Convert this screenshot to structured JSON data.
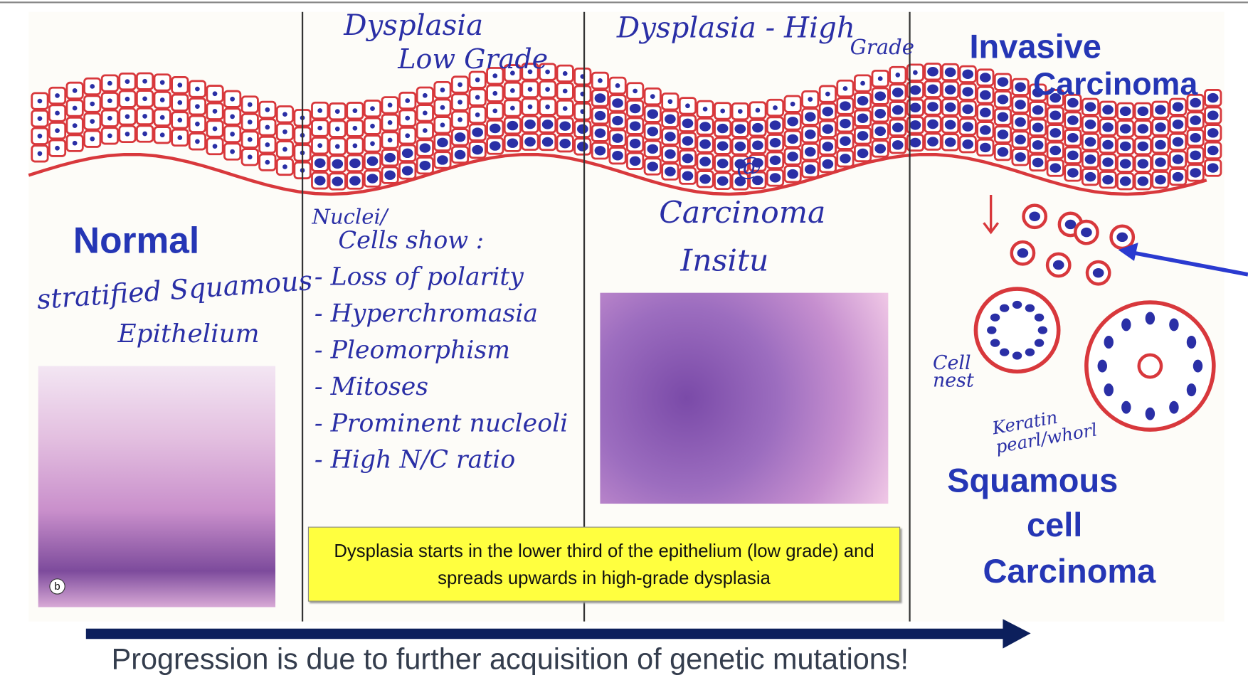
{
  "columns": {
    "normal": {
      "title": "Normal",
      "subtitle_1": "stratified Squamous",
      "subtitle_2": "Epithelium",
      "image_label": "b"
    },
    "low_grade": {
      "title_1": "Dysplasia",
      "title_2": "Low Grade",
      "list_heading_1": "Nuclei/",
      "list_heading_2": "Cells show :",
      "features": [
        "- Loss of polarity",
        "- Hyperchromasia",
        "- Pleomorphism",
        "- Mitoses",
        "- Prominent nucleoli",
        "- High N/C ratio"
      ]
    },
    "high_grade": {
      "title_1": "Dysplasia - High",
      "title_2": "Grade",
      "at": "@",
      "cis_1": "Carcinoma",
      "cis_2": "Insitu"
    },
    "invasive": {
      "title_1": "Invasive",
      "title_2": "Carcinoma",
      "cell_nest": "Cell nest",
      "keratin": "Keratin pearl/whorl",
      "scc_1": "Squamous",
      "scc_2": "cell",
      "scc_3": "Carcinoma"
    }
  },
  "note": "Dysplasia starts in the lower third of the epithelium (low grade) and spreads upwards in high-grade dysplasia",
  "caption": "Progression is due to further acquisition of genetic mutations!",
  "colors": {
    "cell_border": "#d8383c",
    "nucleus": "#2a2fa6",
    "arrow": "#0c1f5c",
    "note_bg": "#ffff3f"
  }
}
